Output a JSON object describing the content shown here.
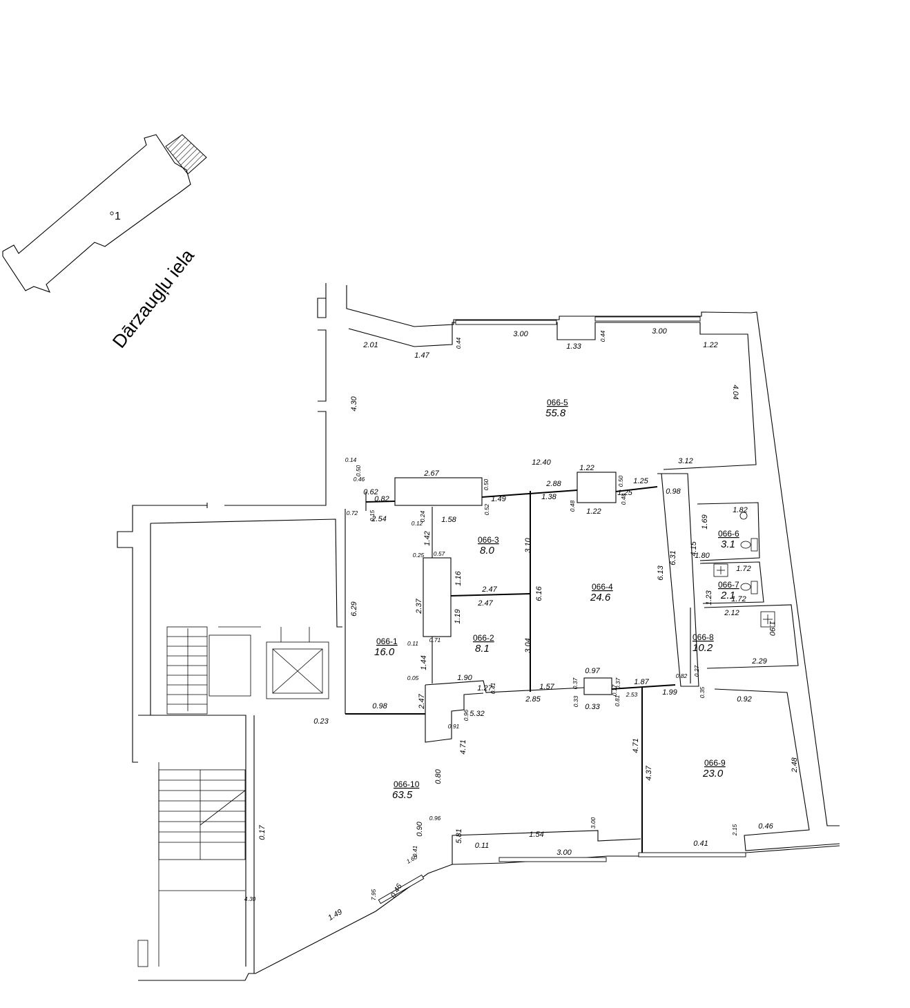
{
  "neighbor_building": {
    "number": "1"
  },
  "street_label": "Dārzaugļu iela",
  "rooms": [
    {
      "id": "066-1",
      "area": "16.0"
    },
    {
      "id": "066-2",
      "area": "8.1"
    },
    {
      "id": "066-3",
      "area": "8.0"
    },
    {
      "id": "066-4",
      "area": "24.6"
    },
    {
      "id": "066-5",
      "area": "55.8"
    },
    {
      "id": "066-6",
      "area": "3.1"
    },
    {
      "id": "066-7",
      "area": "2.1"
    },
    {
      "id": "066-8",
      "area": "10.2"
    },
    {
      "id": "066-9",
      "area": "23.0"
    },
    {
      "id": "066-10",
      "area": "63.5"
    }
  ],
  "dimensions": [
    "2.01",
    "1.47",
    "0.44",
    "3.00",
    "1.33",
    "0.44",
    "3.00",
    "1.22",
    "4.30",
    "4.04",
    "0.14",
    "0.50",
    "0.46",
    "12.40",
    "3.12",
    "2.67",
    "0.50",
    "2.88",
    "1.22",
    "0.50",
    "1.25",
    "0.62",
    "0.82",
    "0.52",
    "1.49",
    "1.38",
    "0.48",
    "0.48",
    "1.25",
    "0.98",
    "0.72",
    "0.15",
    "2.54",
    "0.24",
    "0.12",
    "1.58",
    "1.22",
    "1.82",
    "1.69",
    "1.42",
    "3.10",
    "6.31",
    "4.15",
    "6.13",
    "1.80",
    "0.25",
    "0.57",
    "1.16",
    "1.72",
    "2.37",
    "2.47",
    "6.16",
    "1.23",
    "1.72",
    "6.29",
    "1.19",
    "2.47",
    "2.12",
    "1.90",
    "0.11",
    "0.71",
    "3.04",
    "1.44",
    "0.05",
    "1.90",
    "0.97",
    "0.82",
    "0.27",
    "2.29",
    "0.41",
    "1.27",
    "1.57",
    "0.37",
    "1.87",
    "1.99",
    "0.35",
    "2.85",
    "0.33",
    "0.37",
    "0.33",
    "0.81",
    "2.53",
    "0.92",
    "2.47",
    "0.98",
    "0.17",
    "0.96",
    "5.32",
    "0.23",
    "0.91",
    "4.71",
    "4.71",
    "4.37",
    "2.48",
    "0.80",
    "0.96",
    "0.90",
    "5.81",
    "1.54",
    "0.11",
    "0.41",
    "3.00",
    "3.00",
    "0.41",
    "2.15",
    "0.46",
    "1.60",
    "0.46",
    "7.95",
    "0.17",
    "4.30",
    "1.49"
  ]
}
